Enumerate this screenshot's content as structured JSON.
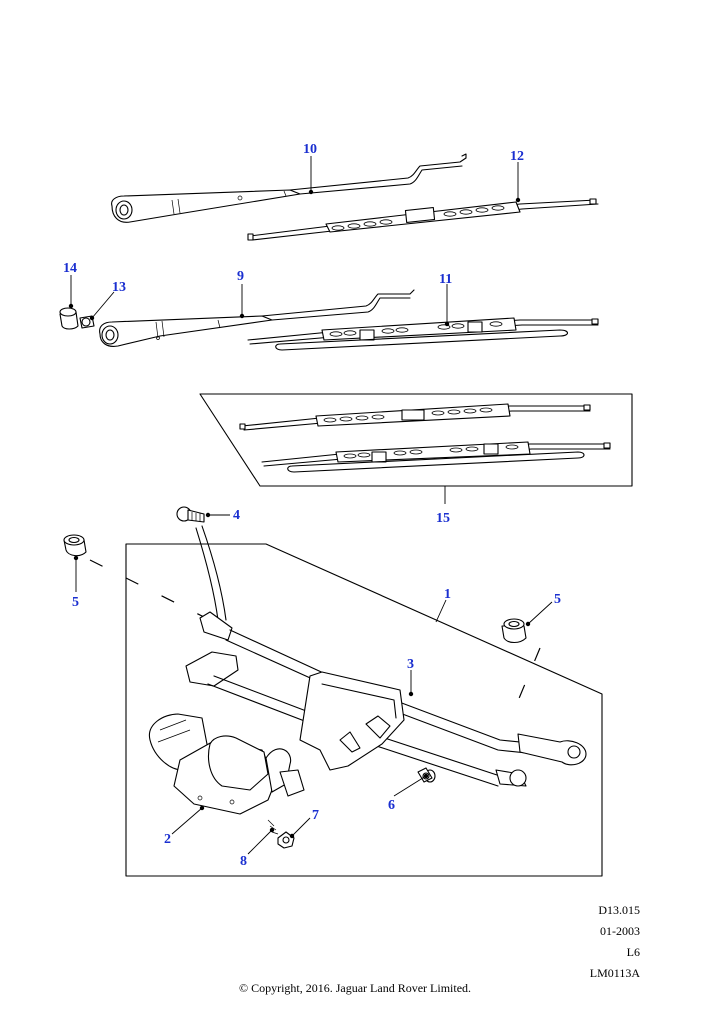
{
  "callouts": {
    "c1": "1",
    "c2": "2",
    "c3": "3",
    "c4": "4",
    "c5a": "5",
    "c5b": "5",
    "c6": "6",
    "c7": "7",
    "c8": "8",
    "c9": "9",
    "c10": "10",
    "c11": "11",
    "c12": "12",
    "c13": "13",
    "c14": "14",
    "c15": "15"
  },
  "meta": {
    "code": "D13.015",
    "date": "01-2003",
    "variant": "L6",
    "ref": "LM0113A"
  },
  "copyright": "© Copyright, 2016. Jaguar Land Rover Limited.",
  "colors": {
    "callout": "#1a2fd0",
    "line": "#000000"
  }
}
